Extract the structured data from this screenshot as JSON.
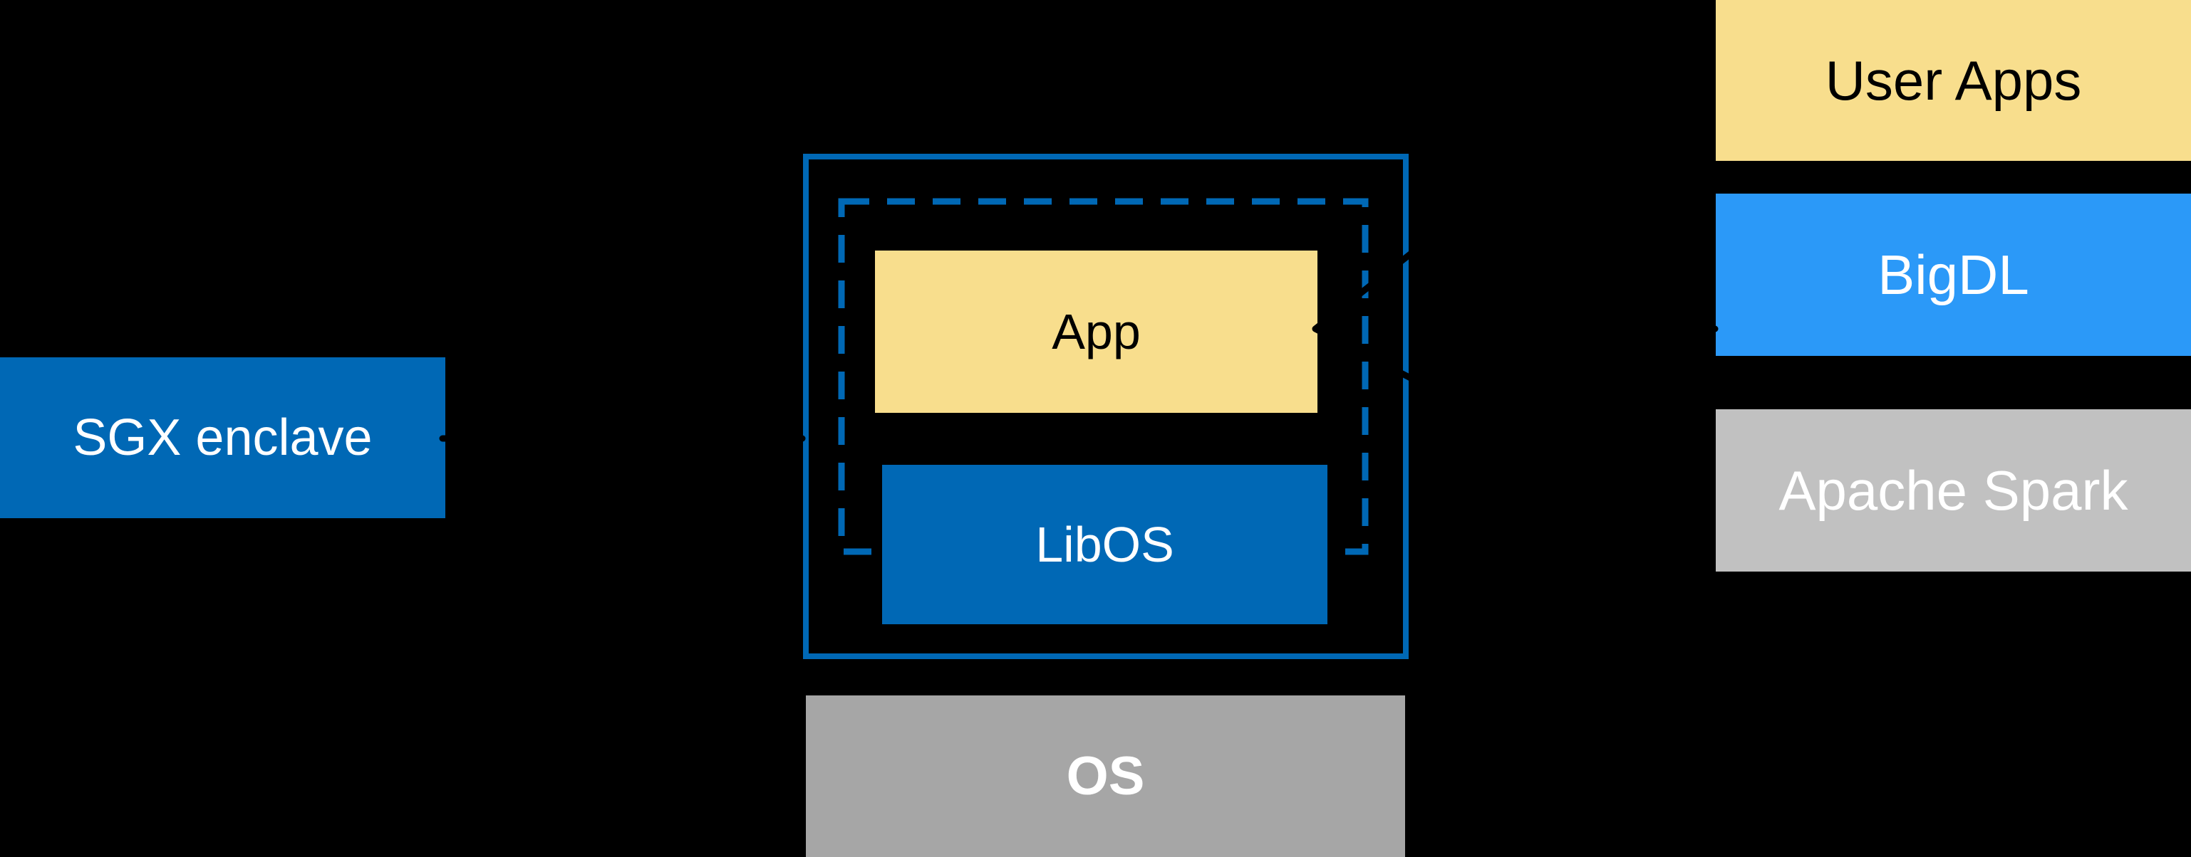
{
  "diagram": {
    "title_none": "",
    "background_color": "#000000",
    "left_label": {
      "text": "SGX enclave",
      "fill_color": "#0068B5",
      "text_color": "#FFFFFF"
    },
    "enclave": {
      "outer_border_color": "#0068B5",
      "dashed_border_color": "#0068B5",
      "app_label": "App",
      "app_fill_color": "#F8DE8D",
      "libos_label": "LibOS",
      "libos_fill_color": "#0068B5"
    },
    "os": {
      "label": "OS",
      "fill_color": "#A6A6A6",
      "text_color": "#FFFFFF"
    },
    "stack": [
      {
        "label": "User Apps",
        "fill_color": "#F8DE8D",
        "text_color": "#000000"
      },
      {
        "label": "BigDL",
        "fill_color": "#2B99F8",
        "text_color": "#FFFFFF"
      },
      {
        "label": "Apache Spark",
        "fill_color": "#C1C1C1",
        "text_color": "#FFFFFF"
      }
    ],
    "connectors": {
      "arrow_color": "#000000",
      "left_arrow": "sgx-label-to-enclave",
      "right_arrow": "stack-to-app"
    }
  }
}
